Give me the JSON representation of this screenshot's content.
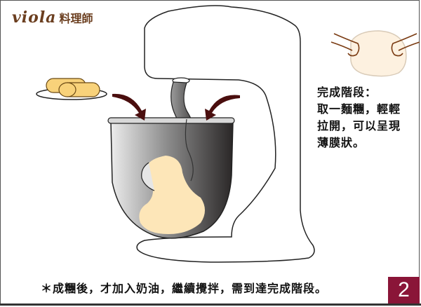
{
  "brand": {
    "wordmark": "viola",
    "subtitle": "料理師",
    "color": "#6b3e1f"
  },
  "illustration": {
    "subject": "stand-mixer-with-dough-hook",
    "items": [
      "butter-on-plate",
      "mixer-bowl-with-dough",
      "hands-stretching-dough"
    ],
    "colors": {
      "dough": "#fde6b8",
      "butter": "#f8d27a",
      "arrow": "#4a0e0e",
      "bowl_light": "#e8e8e8",
      "bowl_dark": "#2c2a2a"
    }
  },
  "step_description": {
    "lines": [
      "完成階段：",
      "取一麵糰，輕輕",
      "拉開，可以呈現",
      "薄膜狀。"
    ]
  },
  "footnote": "＊成糰後，才加入奶油，繼續攪拌，需到達完成階段。",
  "step_badge": {
    "number": "2",
    "color": "#8a1538"
  }
}
